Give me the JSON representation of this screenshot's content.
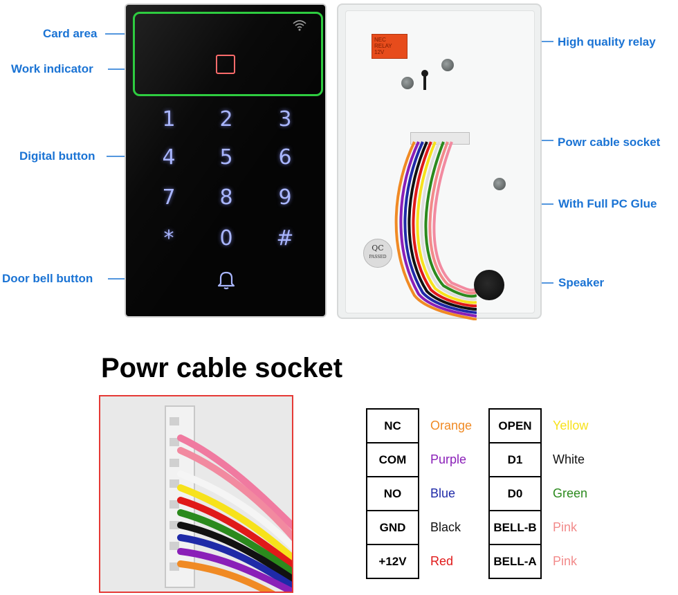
{
  "callouts": {
    "card_area": "Card area",
    "work_indicator": "Work indicator",
    "digital_button": "Digital button",
    "door_bell_button": "Door bell button",
    "relay": "High quality relay",
    "power_socket": "Powr cable socket",
    "pc_glue": "With Full PC Glue",
    "speaker": "Speaker"
  },
  "keypad": {
    "keys": [
      "1",
      "2",
      "3",
      "4",
      "5",
      "6",
      "7",
      "8",
      "9",
      "*",
      "0",
      "#"
    ]
  },
  "back_panel": {
    "qc_label": "QC",
    "qc_passed": "PASSED"
  },
  "section_title": "Powr cable socket",
  "wiring_table": {
    "left": [
      {
        "pin": "NC",
        "color": "Orange",
        "hex": "#f08a24"
      },
      {
        "pin": "COM",
        "color": "Purple",
        "hex": "#8a1fb8"
      },
      {
        "pin": "NO",
        "color": "Blue",
        "hex": "#1f2aa8"
      },
      {
        "pin": "GND",
        "color": "Black",
        "hex": "#111111"
      },
      {
        "pin": "+12V",
        "color": "Red",
        "hex": "#e01919"
      }
    ],
    "right": [
      {
        "pin": "OPEN",
        "color": "Yellow",
        "hex": "#f7e21b"
      },
      {
        "pin": "D1",
        "color": "White",
        "hex": "#111111"
      },
      {
        "pin": "D0",
        "color": "Green",
        "hex": "#2b8a1d"
      },
      {
        "pin": "BELL-B",
        "color": "Pink",
        "hex": "#f28a8a"
      },
      {
        "pin": "BELL-A",
        "color": "Pink",
        "hex": "#f28a8a"
      }
    ]
  },
  "colors": {
    "callout_blue": "#1a73d4",
    "card_area_green": "#2ecc40",
    "indicator_red": "#ff6b6b",
    "key_glow": "#a9b6ff",
    "photo_border": "#e53935"
  }
}
